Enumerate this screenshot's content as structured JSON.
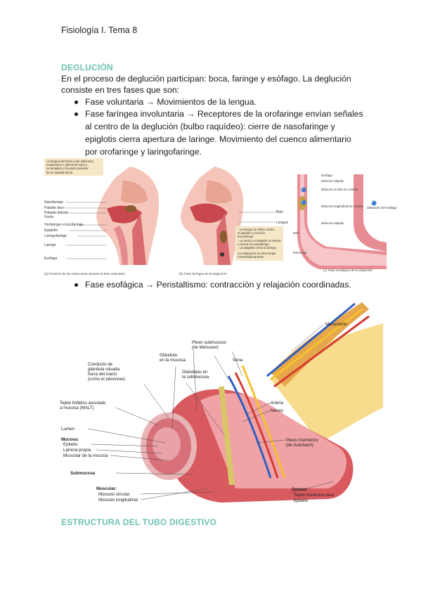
{
  "header": "Fisiología I. Tema 8",
  "section1": {
    "title": "DEGLUCIÓN",
    "intro_line1": "En el proceso de deglución participan: boca, faringe y esófago. La deglución",
    "intro_line2": "consiste en tres fases que son:",
    "bullet1": "Fase voluntaria → Movimientos de la lengua.",
    "bullet2_l1": "Fase faríngea involuntaria → Receptores de la orofaringe envían señales",
    "bullet2_l2": "al centro de la deglución (bulbo raquídeo): cierre de nasofaringe y",
    "bullet2_l3": "epiglotis cierra apertura de laringe. Movimiento del cuenco alimentario",
    "bullet2_l4": "por orofaringe y laringofaringe.",
    "bullet3": "Fase esofágica → Peristaltismo: contracción y relajación coordinadas."
  },
  "figure1": {
    "panel_a": {
      "note": [
        "La lengua da forma a los alimentos",
        "masticados o (alimento bolo) y",
        "os desplaza a la parte posterior",
        "de la cavidad bucal."
      ],
      "labels": [
        "Nasofaringe",
        "Paladar duro",
        "Paladar blando",
        "Úvula",
        "Orofaringe o bucofaringe",
        "Epiglotis",
        "Laringofaringe",
        "Laringe",
        "Esófago"
      ],
      "caption": "(a) Posición de las estructuras durante la fase voluntaria"
    },
    "panel_b": {
      "labels": [
        "Bolo",
        "Lengua"
      ],
      "note": [
        "- La lengua se eleva contra",
        "el paladar y cierra la",
        "bucofaringe.",
        "- La úvula y el paladar se elevan",
        "y cierran la nasofaringe.",
        "- La epiglotis cierra la laringe.",
        "",
        "La respiración se interrumpe",
        "momentáneamente."
      ],
      "caption": "(b) Fase faríngea de la deglución"
    },
    "panel_c": {
      "labels": [
        "Esófago",
        "Músculo relajado",
        "Músculo circular se contrae",
        "Músculo longitudinal se contrae",
        "Bolo",
        "Músculo relajado",
        "Estómago",
        "Dilatación del esófago"
      ],
      "steps": [
        "1",
        "2",
        "3"
      ],
      "caption": "(c) Fase esofágica de la deglución"
    }
  },
  "figure2": {
    "labels": {
      "mesenterio": "Mesenterio",
      "plexo_sub": [
        "Plexo submucoso",
        "(de Meissner)"
      ],
      "glandula_mucosa": [
        "Glándula",
        "en la mucosa"
      ],
      "vena": "Vena",
      "conducto": [
        "Conducto de",
        "glándula situada",
        "fuera del tracto",
        "(como el páncreas)"
      ],
      "glandulas_sub": [
        "Glándulas en",
        "la submucosa"
      ],
      "malt": [
        "Tejido linfático asociado",
        "a mucosa (MALT)"
      ],
      "arteria": "Arteria",
      "nervio": "Nervio",
      "lumen": "Lumen",
      "mucosa": "Mucosa:",
      "epitelio": "Epitelio",
      "lamina": "Lámina propia",
      "muscular_mucosa": "Muscular de la mucosa",
      "plexo_mien": [
        "Plexo mientérico",
        "(de Auerbach)"
      ],
      "submucosa": "Submucosa",
      "muscular": "Muscular:",
      "circular": "Músculo circular",
      "longitudinal": "Músculo longitudinal",
      "serosa": "Serosa:",
      "tejido": "Tejido conectivo laxo",
      "epitelio2": "Epitelio"
    }
  },
  "section2": {
    "title": "ESTRUCTURA DEL TUBO DIGESTIVO"
  }
}
